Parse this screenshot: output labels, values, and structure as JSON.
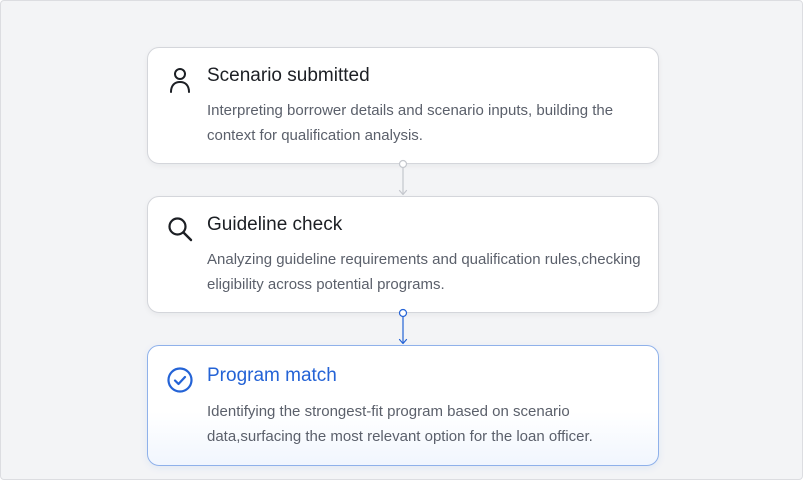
{
  "steps": [
    {
      "title": "Scenario submitted",
      "description": "Interpreting borrower details and scenario inputs, building the context for qualification analysis.",
      "icon": "user-icon",
      "status": "done"
    },
    {
      "title": "Guideline check",
      "description": "Analyzing guideline requirements and qualification rules,checking eligibility across potential programs.",
      "icon": "search-icon",
      "status": "done"
    },
    {
      "title": "Program match",
      "description": "Identifying the strongest-fit program based on scenario data,surfacing the most relevant option for the loan officer.",
      "icon": "check-circle-icon",
      "status": "active"
    }
  ],
  "colors": {
    "accent": "#2463d6",
    "active_border": "#8fb1ea",
    "connector_done": "#c4c7cd",
    "title_text": "#1c1f24",
    "body_text": "#5b606b",
    "background": "#f3f4f6"
  }
}
